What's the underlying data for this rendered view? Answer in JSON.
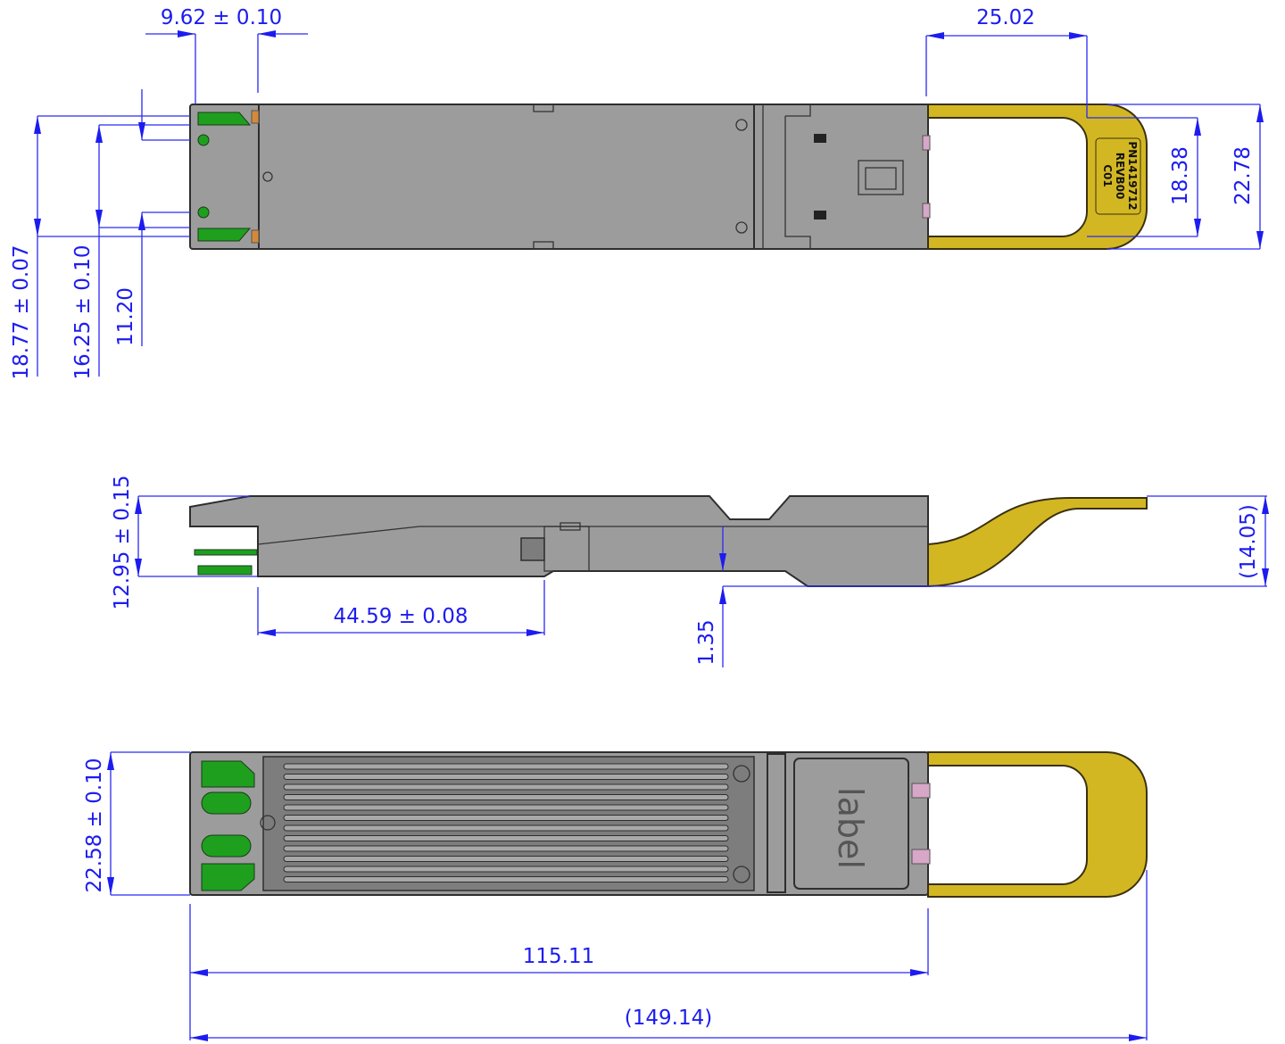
{
  "title": "Transceiver module dimension drawing",
  "colors": {
    "dimension": "#1c1cf0",
    "body": "#9c9c9c",
    "pull_tab": "#d3b722",
    "pcb": "#1ea01e"
  },
  "top_view": {
    "dims": {
      "connector_depth": "9.62 ± 0.10",
      "tab_length": "25.02",
      "tab_inner_width": "18.38",
      "tab_outer_width": "22.78",
      "width_outer": "18.77 ± 0.07",
      "width_inner": "16.25 ± 0.10",
      "pcb_offset": "11.20"
    },
    "tab_label": [
      "PN1419712",
      "REVB00",
      "C01"
    ]
  },
  "side_view": {
    "dims": {
      "height": "12.95 ± 0.15",
      "pcb_length": "44.59 ± 0.08",
      "step": "1.35",
      "tab_height": "(14.05)"
    }
  },
  "bottom_view": {
    "dims": {
      "width": "22.58 ± 0.10",
      "body_length": "115.11",
      "overall_length": "(149.14)"
    },
    "label_area": "label"
  }
}
